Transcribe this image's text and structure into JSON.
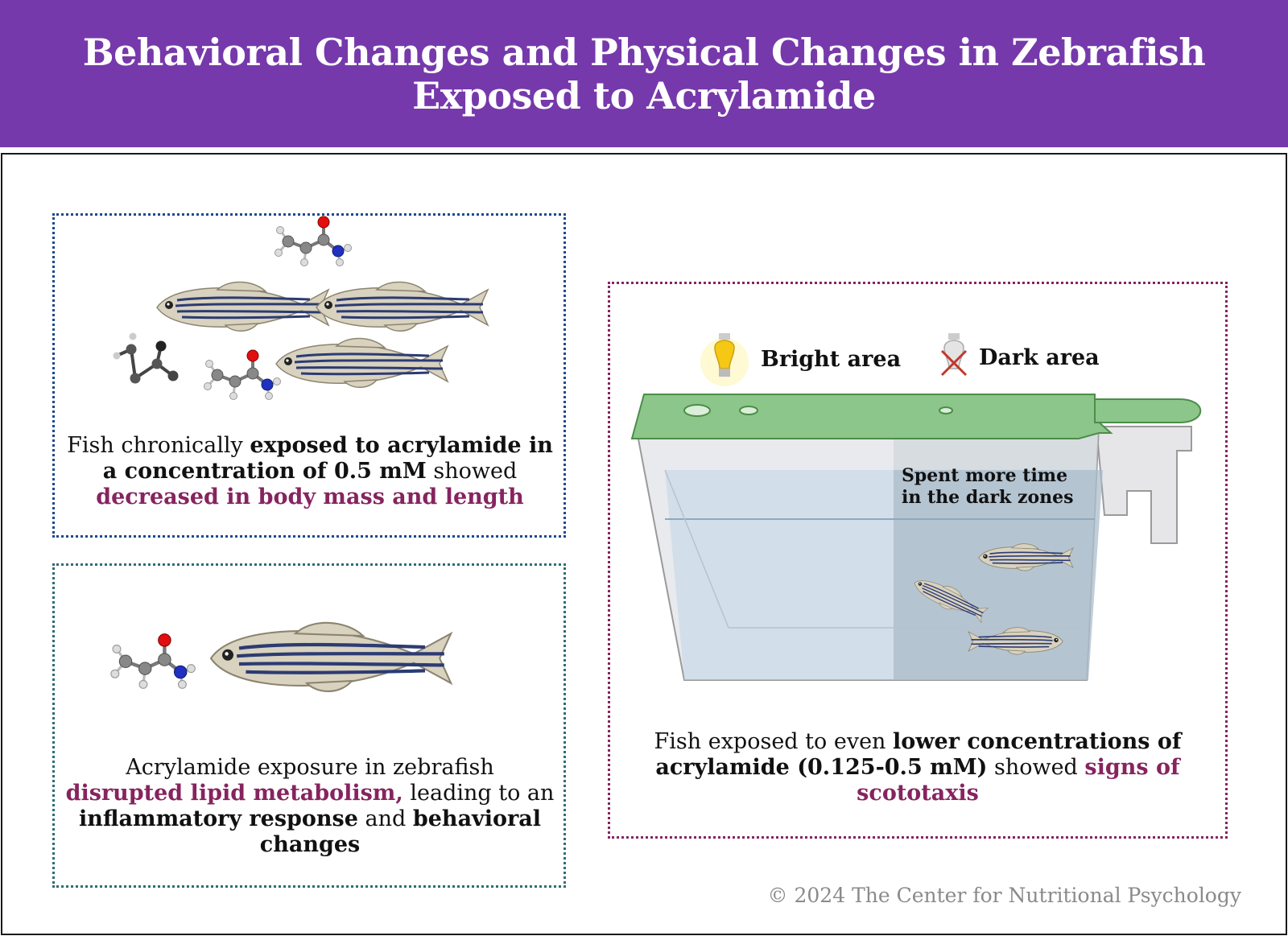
{
  "title": {
    "line1": "Behavioral Changes and Physical Changes in Zebrafish",
    "line2": "Exposed to Acrylamide"
  },
  "panel_a": {
    "caption": {
      "t1": "Fish chronically ",
      "b1": "exposed to acrylamide in a concentration of 0.5 mM",
      "t2": " showed ",
      "h1": "decreased in body mass and length"
    }
  },
  "panel_b": {
    "caption": {
      "t1": "Acrylamide exposure in zebrafish ",
      "h1": "disrupted lipid metabolism,",
      "t2": " leading to an ",
      "b1": "inflammatory response",
      "t3": " and ",
      "b2": "behavioral changes"
    }
  },
  "panel_c": {
    "bright_label": "Bright area",
    "dark_label": "Dark area",
    "tank_note_line1": "Spent more time",
    "tank_note_line2": "in the dark zones",
    "caption": {
      "t1": "Fish exposed to even ",
      "b1": "lower concentrations of acrylamide (0.125-0.5 mM)",
      "t2": " showed ",
      "h1": "signs of scototaxis"
    }
  },
  "footer": {
    "copyright": "© 2024 The Center for Nutritional Psychology"
  },
  "colors": {
    "header_bg": "#7639ab",
    "highlight": "#86245f",
    "panel_a_border": "#1d4a8a",
    "panel_b_border": "#2e6e72",
    "panel_c_border": "#86245f",
    "lid_green": "#8cc68a"
  },
  "icons": [
    "zebrafish-icon",
    "acrylamide-molecule-icon",
    "lightbulb-on-icon",
    "lightbulb-off-icon",
    "fish-tank-icon"
  ]
}
